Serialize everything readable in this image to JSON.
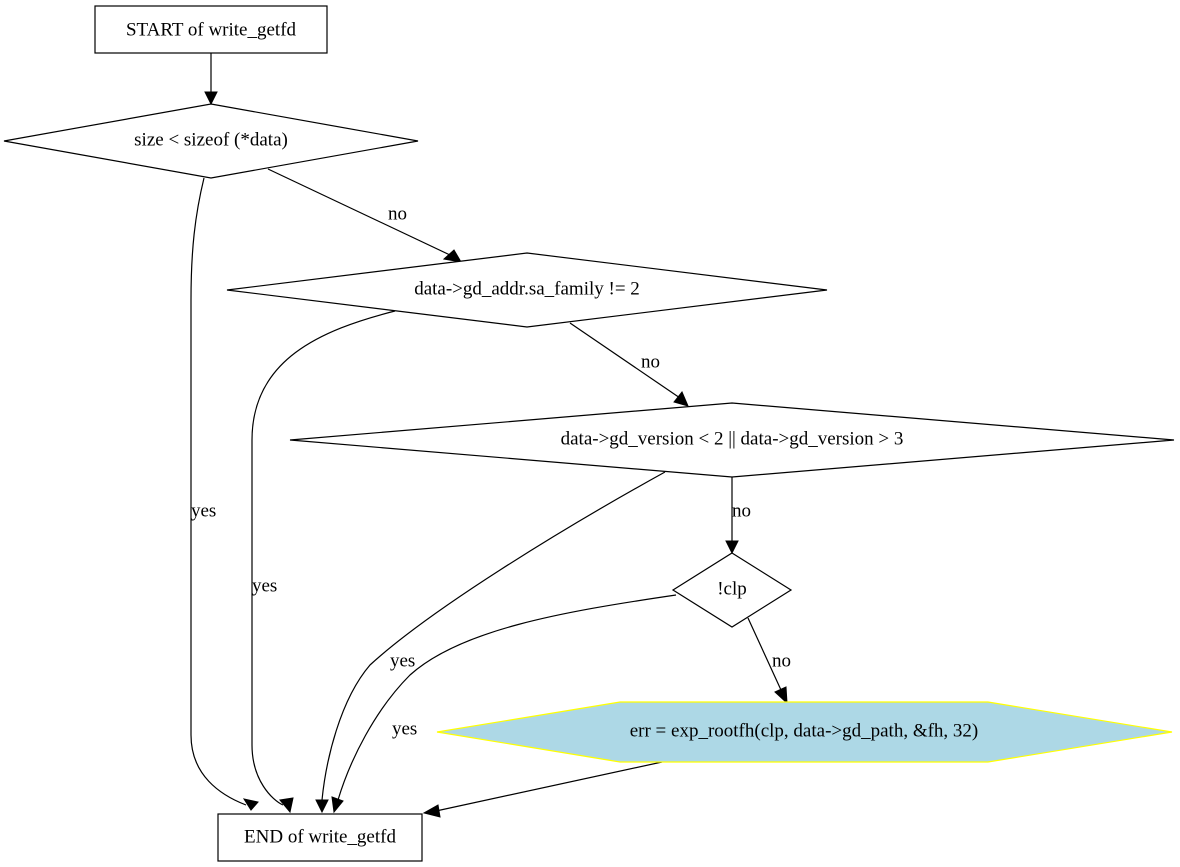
{
  "nodes": {
    "start": "START of write_getfd",
    "cond1": "size < sizeof (*data)",
    "cond2": "data->gd_addr.sa_family != 2",
    "cond3": "data->gd_version < 2 || data->gd_version > 3",
    "cond4": "!clp",
    "action": "err = exp_rootfh(clp, data->gd_path, &fh, 32)",
    "end": "END of write_getfd"
  },
  "edges": {
    "cond1_yes": "yes",
    "cond1_no": "no",
    "cond2_yes": "yes",
    "cond2_no": "no",
    "cond3_yes": "yes",
    "cond3_no": "no",
    "cond4_yes": "yes",
    "cond4_no": "no"
  },
  "colors": {
    "action_fill": "#add8e6",
    "action_stroke": "#ffff00"
  }
}
